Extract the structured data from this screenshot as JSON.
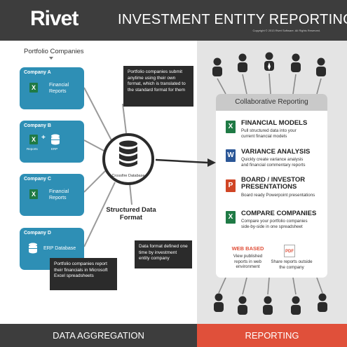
{
  "header": {
    "logo": "Rivet",
    "title": "INVESTMENT ENTITY REPORTING",
    "copyright": "Copyright © 2013 Rivet Software. All Rights Reserved."
  },
  "left": {
    "heading": "Portfolio Companies",
    "companies": [
      {
        "name": "Company A",
        "line1": "Financial",
        "line2": "Reports"
      },
      {
        "name": "Company B",
        "reports": "Reports",
        "erp": "ERP"
      },
      {
        "name": "Company C",
        "line1": "Financial",
        "line2": "Reports"
      },
      {
        "name": "Company D",
        "db": "ERP Database"
      }
    ],
    "note_top": "Portfolio companies submit anytime using their own format, which is translated to the standard format for them",
    "note_bottom": "Portfolio companies report their financials in Microsoft Excel spreadsheets",
    "note_center": "Data format defined one time by investment entity company",
    "database_label": "Crossfire Database",
    "structured": "Structured Data Format"
  },
  "right": {
    "card_title": "Collaborative Reporting",
    "items": [
      {
        "icon": "X",
        "title": "FINANCIAL MODELS",
        "desc1": "Pull structured data into your",
        "desc2": "current financial models"
      },
      {
        "icon": "W",
        "title": "VARIANCE ANALYSIS",
        "desc1": "Quickly create variance analysis",
        "desc2": "and financial commentary reports"
      },
      {
        "icon": "P",
        "title1": "BOARD / INVESTOR",
        "title2": "PRESENTATIONS",
        "desc1": "Board ready Powerpoint presentations"
      },
      {
        "icon": "X",
        "title": "COMPARE COMPANIES",
        "desc1": "Compare your portfolio companies",
        "desc2": "side-by-side in one spreadsheet"
      }
    ],
    "web_title": "WEB BASED",
    "web_desc": "View published reports in web environment",
    "pdf_label": "PDF",
    "share_desc": "Share reports outside the company"
  },
  "footer": {
    "left": "DATA AGGREGATION",
    "right": "REPORTING"
  },
  "colors": {
    "header_bg": "#3d3d3d",
    "company_blue": "#2e8fb5",
    "reporting_red": "#e0503a",
    "excel_green": "#1f7a45",
    "word_blue": "#2b5797",
    "ppt_orange": "#d04525"
  }
}
